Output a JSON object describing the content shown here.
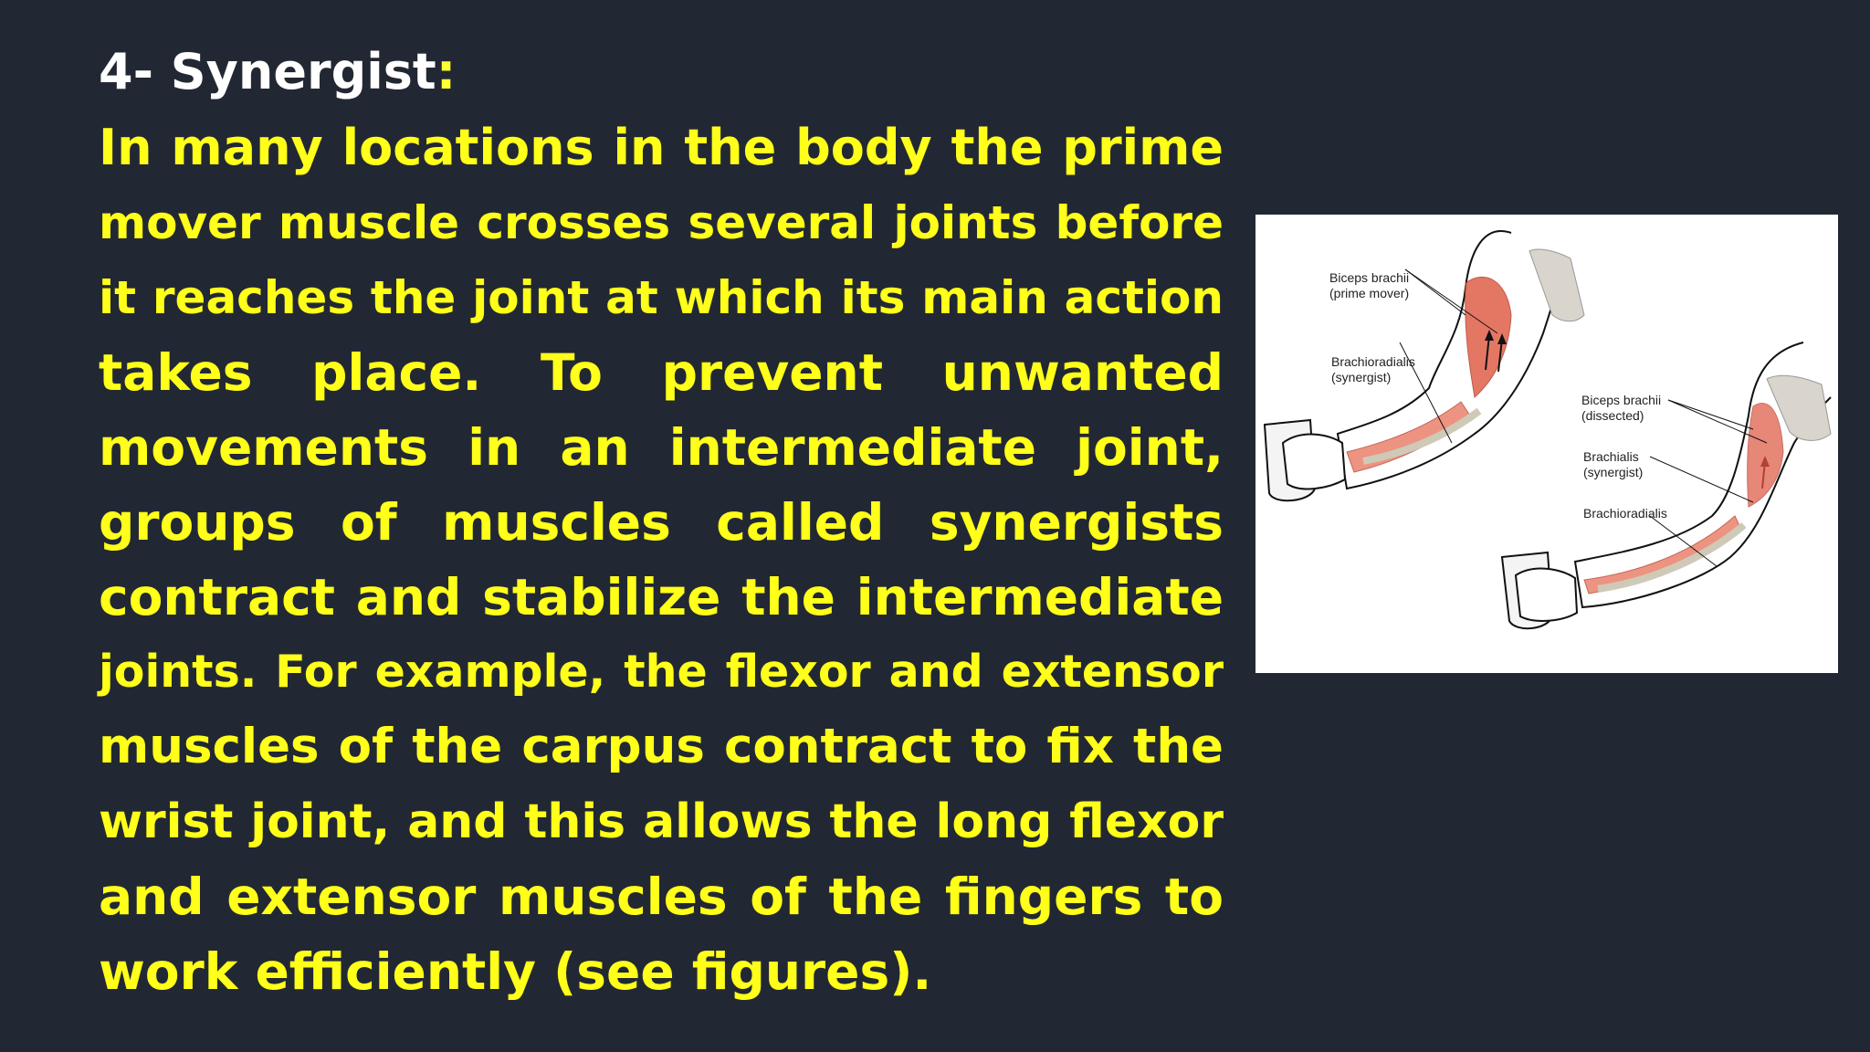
{
  "heading": {
    "text": "4- Synergist",
    "colon": ":"
  },
  "body": {
    "lines": [
      "In many locations in the body the prime",
      "mover muscle crosses several joints before",
      "it reaches the joint at which its main action",
      "takes place. To prevent unwanted",
      "movements in an intermediate joint,",
      "groups of muscles called synergists",
      "contract and stabilize the intermediate",
      "joints. For example, the flexor and extensor",
      "muscles of the carpus contract to fix the",
      "wrist joint, and this allows the long flexor",
      "and extensor muscles of the fingers to",
      "work efficiently (see figures)."
    ]
  },
  "figure": {
    "labels": {
      "biceps_prime_1": "Biceps brachii",
      "biceps_prime_2": "(prime mover)",
      "brachioradialis_syn_1": "Brachioradialis",
      "brachioradialis_syn_2": "(synergist)",
      "biceps_dissected_1": "Biceps brachii",
      "biceps_dissected_2": "(dissected)",
      "brachialis_1": "Brachialis",
      "brachialis_2": "(synergist)",
      "brachioradialis": "Brachioradialis"
    }
  },
  "colors": {
    "background": "#222833",
    "heading": "#ffffff",
    "body": "#ffff1a",
    "muscle": "#e0604a"
  }
}
